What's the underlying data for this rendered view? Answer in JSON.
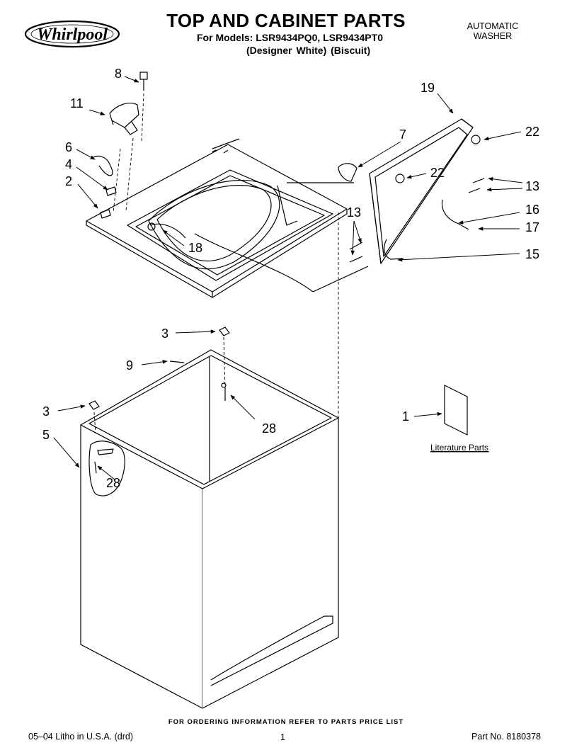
{
  "header": {
    "brand": "Whirlpool",
    "title": "TOP AND CABINET PARTS",
    "models_line": "For Models: LSR9434PQ0, LSR9434PT0",
    "colors_line": "(Designer White)    (Biscuit)",
    "product_type_line1": "AUTOMATIC",
    "product_type_line2": "WASHER"
  },
  "callouts": {
    "c8": "8",
    "c11": "11",
    "c6": "6",
    "c4": "4",
    "c2": "2",
    "c18": "18",
    "c19": "19",
    "c7": "7",
    "c22a": "22",
    "c22b": "22",
    "c13a": "13",
    "c13b": "13",
    "c16": "16",
    "c17": "17",
    "c15": "15",
    "c3a": "3",
    "c9": "9",
    "c28a": "28",
    "c3b": "3",
    "c5": "5",
    "c28b": "28",
    "c1": "1"
  },
  "literature_label": "Literature Parts",
  "footer": {
    "ordering_note": "FOR ORDERING INFORMATION REFER TO PARTS PRICE LIST",
    "litho": "05–04 Litho in U.S.A. (drd)",
    "page_number": "1",
    "part_number": "Part No. 8180378"
  }
}
